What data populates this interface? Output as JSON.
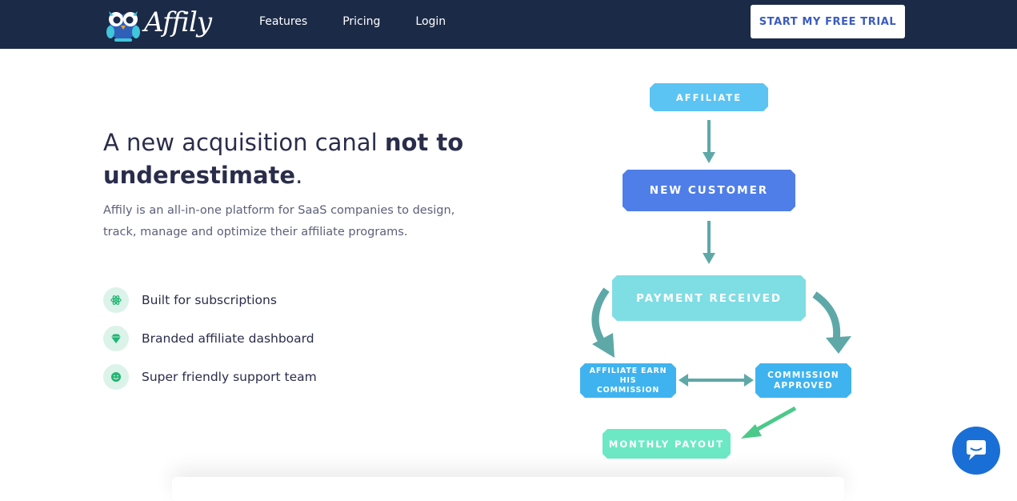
{
  "header": {
    "logo_text": "Affily",
    "nav": [
      {
        "label": "Features"
      },
      {
        "label": "Pricing"
      },
      {
        "label": "Login"
      }
    ],
    "cta_label": "START MY FREE TRIAL"
  },
  "hero": {
    "headline_plain": "A new acquisition canal ",
    "headline_bold": "not to underestimate",
    "headline_end": ".",
    "subtitle": "Affily is an all-in-one platform for SaaS companies to design, track, manage and optimize their affiliate programs.",
    "features": [
      {
        "icon": "atom-icon",
        "label": "Built for subscriptions"
      },
      {
        "icon": "diamond-icon",
        "label": "Branded affiliate dashboard"
      },
      {
        "icon": "smile-icon",
        "label": "Super friendly support team"
      }
    ]
  },
  "diagram": {
    "affiliate": "AFFILIATE",
    "new_customer": "NEW CUSTOMER",
    "payment_received": "PAYMENT RECEIVED",
    "affiliate_earn_line1": "AFFILIATE EARN HIS",
    "affiliate_earn_line2": "COMMISSION",
    "commission_line1": "COMMISSION",
    "commission_line2": "APPROVED",
    "monthly_payout": "MONTHLY PAYOUT"
  },
  "colors": {
    "header_bg": "#1b2a47",
    "affiliate_box": "#5bc4f3",
    "new_customer_box": "#4f7ee8",
    "payment_box": "#7fdde4",
    "arrow": "#5ea8a8",
    "payout_box": "#6de8c4",
    "payout_arrow": "#4cc98a",
    "chat_button": "#1a6fd6"
  }
}
